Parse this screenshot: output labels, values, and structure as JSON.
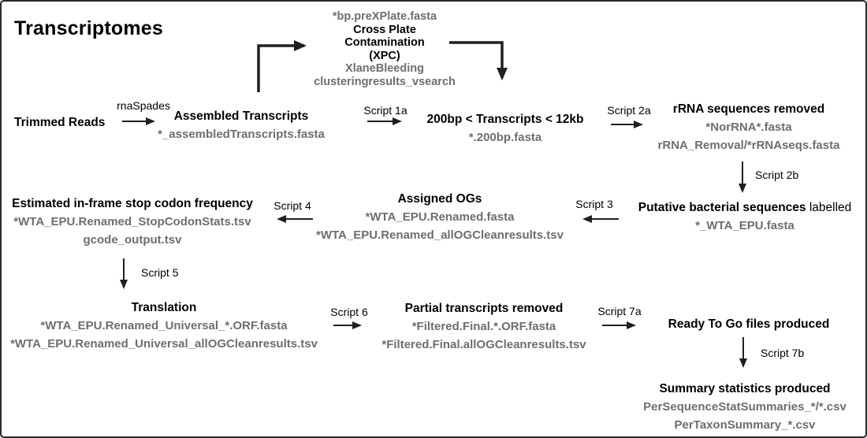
{
  "title": "Transcriptomes",
  "colors": {
    "heading": "#000000",
    "file_text": "#6d6e71",
    "arrow": "#231f20",
    "background": "#ffffff"
  },
  "nodes": {
    "trimmed_reads": {
      "title": "Trimmed Reads"
    },
    "assembled": {
      "title": "Assembled Transcripts",
      "files": [
        "*_assembledTranscripts.fasta"
      ]
    },
    "xpc": {
      "file_top": "*bp.preXPlate.fasta",
      "title_lines": [
        "Cross Plate",
        "Contamination",
        "(XPC)"
      ],
      "files": [
        "XlaneBleeding",
        "clusteringresults_vsearch"
      ]
    },
    "size_filter": {
      "title": "200bp < Transcripts < 12kb",
      "files": [
        "*.200bp.fasta"
      ]
    },
    "rrna_removed": {
      "title": "rRNA sequences removed",
      "files": [
        "*NorRNA*.fasta",
        "rRNA_Removal/*rRNAseqs.fasta"
      ]
    },
    "bacterial_labelled": {
      "title_bold": "Putative bacterial sequences",
      "title_regular": "labelled",
      "files": [
        "*_WTA_EPU.fasta"
      ]
    },
    "assigned_ogs": {
      "title": "Assigned OGs",
      "files": [
        "*WTA_EPU.Renamed.fasta",
        "*WTA_EPU.Renamed_allOGCleanresults.tsv"
      ]
    },
    "stop_codon": {
      "title": "Estimated in-frame stop codon frequency",
      "files": [
        "*WTA_EPU.Renamed_StopCodonStats.tsv",
        "gcode_output.tsv"
      ]
    },
    "translation": {
      "title": "Translation",
      "files": [
        "*WTA_EPU.Renamed_Universal_*.ORF.fasta",
        "*WTA_EPU.Renamed_Universal_allOGCleanresults.tsv"
      ]
    },
    "partial_removed": {
      "title": "Partial transcripts removed",
      "files": [
        "*Filtered.Final.*.ORF.fasta",
        "*Filtered.Final.allOGCleanresults.tsv"
      ]
    },
    "ready_to_go": {
      "title": "Ready To Go files produced"
    },
    "summary": {
      "title": "Summary statistics produced",
      "files": [
        "PerSequenceStatSummaries_*/*.csv",
        "PerTaxonSummary_*.csv"
      ]
    }
  },
  "arrow_labels": {
    "rnaspades": "rnaSpades",
    "script_1a": "Script 1a",
    "script_2a": "Script 2a",
    "script_2b": "Script 2b",
    "script_3": "Script 3",
    "script_4": "Script 4",
    "script_5": "Script 5",
    "script_6": "Script 6",
    "script_7a": "Script 7a",
    "script_7b": "Script 7b"
  }
}
